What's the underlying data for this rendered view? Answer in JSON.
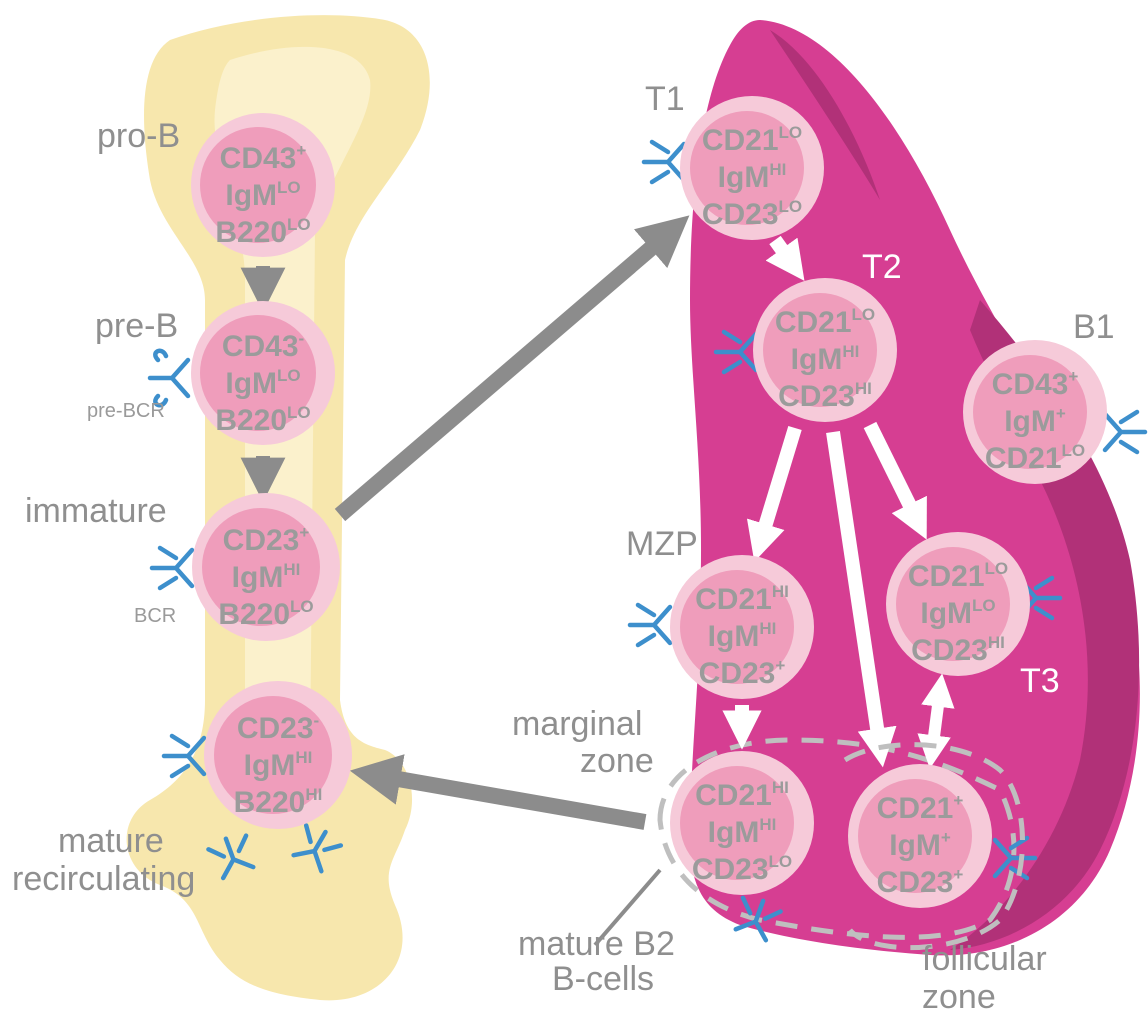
{
  "colors": {
    "bone": "#f7e7ad",
    "bone_shaft": "#fbf1cc",
    "spleen": "#d63e92",
    "spleen_dark": "#b13178",
    "cell_outer": "#f6cad9",
    "cell_inner": "#ef9dbb",
    "marker_text": "#9b9b9b",
    "stage_text": "#8f8f8f",
    "receptor": "#3d8fcc",
    "arrow_gray": "#8c8c8c",
    "arrow_white": "#ffffff"
  },
  "stages": {
    "pro_b": "pro-B",
    "pre_b": "pre-B",
    "immature": "immature",
    "mature_line1": "mature",
    "mature_line2": "recirculating",
    "t1": "T1",
    "t2": "T2",
    "b1": "B1",
    "mzp": "MZP",
    "t3": "T3"
  },
  "labels": {
    "pre_bcr": "pre-BCR",
    "bcr": "BCR",
    "marginal_line1": "marginal",
    "marginal_line2": "zone",
    "mature_b2_line1": "mature B2",
    "mature_b2_line2": "B-cells",
    "follicular_line1": "follicular",
    "follicular_line2": "zone"
  },
  "cells": {
    "pro_b": {
      "m1": "CD43",
      "s1": "+",
      "m2": "IgM",
      "s2": "LO",
      "m3": "B220",
      "s3": "LO"
    },
    "pre_b": {
      "m1": "CD43",
      "s1": "-",
      "m2": "IgM",
      "s2": "LO",
      "m3": "B220",
      "s3": "LO"
    },
    "immature": {
      "m1": "CD23",
      "s1": "+",
      "m2": "IgM",
      "s2": "HI",
      "m3": "B220",
      "s3": "LO"
    },
    "mature_recirc": {
      "m1": "CD23",
      "s1": "-",
      "m2": "IgM",
      "s2": "HI",
      "m3": "B220",
      "s3": "HI"
    },
    "t1": {
      "m1": "CD21",
      "s1": "LO",
      "m2": "IgM",
      "s2": "HI",
      "m3": "CD23",
      "s3": "LO"
    },
    "t2": {
      "m1": "CD21",
      "s1": "LO",
      "m2": "IgM",
      "s2": "HI",
      "m3": "CD23",
      "s3": "HI"
    },
    "b1": {
      "m1": "CD43",
      "s1": "+",
      "m2": "IgM",
      "s2": "+",
      "m3": "CD21",
      "s3": "LO"
    },
    "mzp": {
      "m1": "CD21",
      "s1": "HI",
      "m2": "IgM",
      "s2": "HI",
      "m3": "CD23",
      "s3": "+"
    },
    "t3": {
      "m1": "CD21",
      "s1": "LO",
      "m2": "IgM",
      "s2": "LO",
      "m3": "CD23",
      "s3": "HI"
    },
    "mz_b": {
      "m1": "CD21",
      "s1": "HI",
      "m2": "IgM",
      "s2": "HI",
      "m3": "CD23",
      "s3": "LO"
    },
    "fo_b": {
      "m1": "CD21",
      "s1": "+",
      "m2": "IgM",
      "s2": "+",
      "m3": "CD23",
      "s3": "+"
    }
  }
}
